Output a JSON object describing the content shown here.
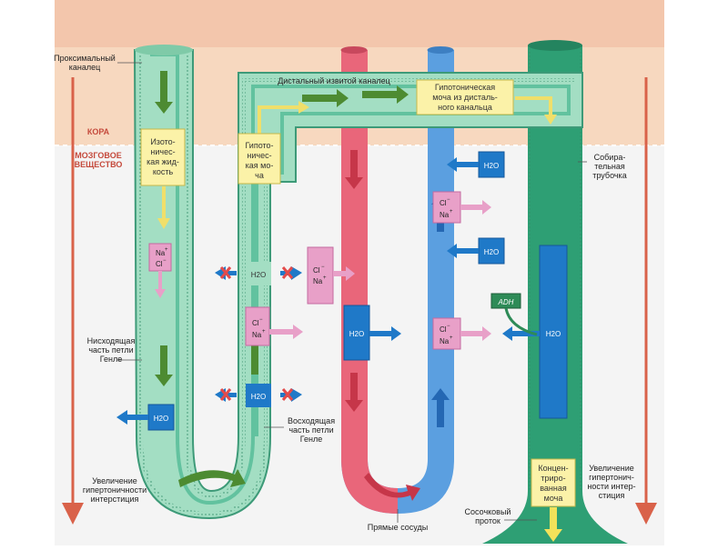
{
  "labels": {
    "proximal": [
      "Проксимальный",
      "каналец"
    ],
    "cortex": "КОРА",
    "medulla": [
      "МОЗГОВОЕ",
      "ВЕЩЕСТВО"
    ],
    "distal": "Дистальный извитой каналец",
    "hypotonic_box": [
      "Гипотоническая",
      "моча из дисталь-",
      "ного канальца"
    ],
    "isotonic_box": [
      "Изото-",
      "ничес-",
      "кая жид-",
      "кость"
    ],
    "hypotonic_urine_box": [
      "Гипото-",
      "ничес-",
      "кая мо-",
      "ча"
    ],
    "collecting": [
      "Собира-",
      "тельная",
      "трубочка"
    ],
    "descending": [
      "Нисходящая",
      "часть петли",
      "Генле"
    ],
    "ascending": [
      "Восходящая",
      "часть петли",
      "Генле"
    ],
    "increase_left": [
      "Увеличение",
      "гипертоничности",
      "интерстиция"
    ],
    "increase_right": [
      "Увеличение",
      "гипертонич-",
      "ности интер-",
      "стиция"
    ],
    "concentrated_box": [
      "Концен-",
      "триро-",
      "ванная",
      "моча"
    ],
    "vasa_recta": "Прямые сосуды",
    "papillary": [
      "Сосочковый",
      "проток"
    ],
    "adh": "ADH"
  },
  "chem": {
    "water": "H2O",
    "na": "Na",
    "cl": "Cl",
    "plus": "+",
    "minus": "−"
  },
  "colors": {
    "cortex_band": "#f7d8bf",
    "tubule_fill": "#a3dec3",
    "tubule_inner": "#3fb28c",
    "tubule_edge": "#3d9a78",
    "collecting_duct": "#2e9f74",
    "artery": "#e9667a",
    "vein": "#5b9fe0",
    "pink_box": "#e8a0c8",
    "blue_box": "#1f79c8",
    "yellow_box": "#fbf2a8",
    "gradient_arrow": "#d9624a",
    "flow_arrow": "#4d8b32"
  }
}
